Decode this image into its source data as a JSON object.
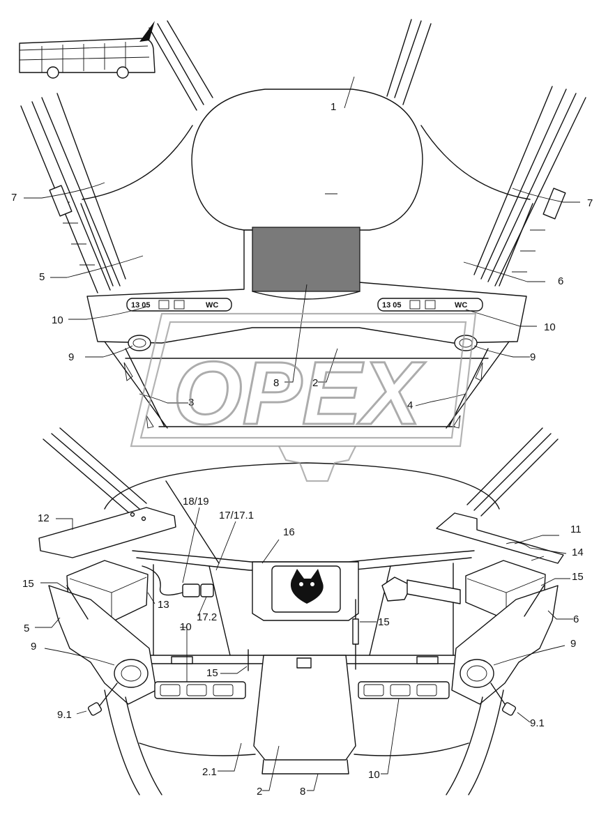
{
  "watermark": {
    "text": "OPEX"
  },
  "signs": {
    "no_smoking": "13 05",
    "wc": "WC"
  },
  "callouts": {
    "c1": "1",
    "c7l": "7",
    "c7r": "7",
    "c5": "5",
    "c6": "6",
    "c10l": "10",
    "c10r": "10",
    "c9l": "9",
    "c9r": "9",
    "c8": "8",
    "c2": "2",
    "c3": "3",
    "c4": "4",
    "c12": "12",
    "c1819": "18/19",
    "c17171": "17/17.1",
    "c16": "16",
    "c11": "11",
    "c14": "14",
    "c15a": "15",
    "c15b": "15",
    "c13": "13",
    "c172": "17.2",
    "c5b": "5",
    "c6b": "6",
    "c10b": "10",
    "c15c": "15",
    "c15d": "15",
    "c9b": "9",
    "c9c": "9",
    "c91a": "9.1",
    "c91b": "9.1",
    "c21": "2.1",
    "c2b": "2",
    "c8b": "8",
    "c10c": "10"
  },
  "colors": {
    "line": "#111111",
    "watermark": "#8a8a8a",
    "screen": "#7a7a7a"
  }
}
